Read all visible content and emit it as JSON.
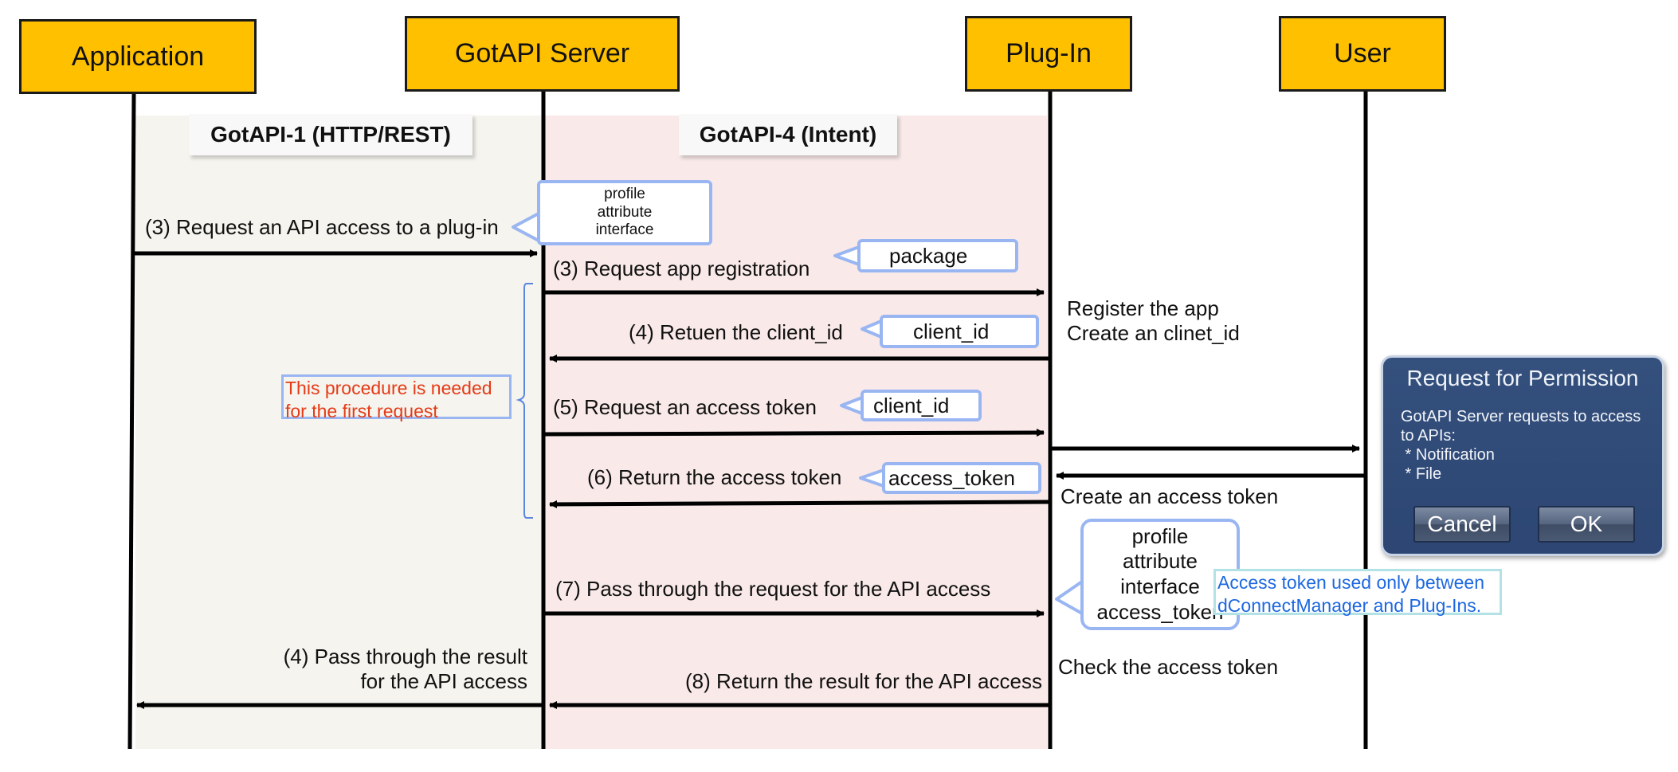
{
  "actors": {
    "application": "Application",
    "gotapi_server": "GotAPI Server",
    "plugin": "Plug-In",
    "user": "User"
  },
  "zones": {
    "gotapi1": "GotAPI-1 (HTTP/REST)",
    "gotapi4": "GotAPI-4 (Intent)"
  },
  "messages": {
    "m1": "(3) Request an API access to a plug-in",
    "m2": "(3) Request app registration",
    "m3": "(4) Retuen the client_id",
    "m4": "(5) Request an access token",
    "m5": "(6) Return the access token",
    "m6": "(7) Pass through the request for the API access",
    "m7_line1": "(4) Pass through the result",
    "m7_line2": "for the API access",
    "m8": "(8) Return the result for the API access"
  },
  "callouts": {
    "params1": [
      "profile",
      "attribute",
      "interface"
    ],
    "package": "package",
    "client_id_1": "client_id",
    "client_id_2": "client_id",
    "access_token": "access_token",
    "params2": [
      "profile",
      "attribute",
      "interface",
      "access_token"
    ]
  },
  "plugin_notes": {
    "register_line1": "Register the app",
    "register_line2": "Create an clinet_id",
    "create_token": "Create an access token",
    "check_token": "Check the access token"
  },
  "notes": {
    "first_request_line1": "This procedure is needed",
    "first_request_line2": "for the first request",
    "token_scope_line1": "Access token used only between",
    "token_scope_line2": "dConnectManager and Plug-Ins."
  },
  "permission_dialog": {
    "title": "Request for Permission",
    "body_line1": "GotAPI Server requests to access",
    "body_line2": "to APIs:",
    "item1": " * Notification",
    "item2": " * File",
    "cancel_label": "Cancel",
    "ok_label": "OK"
  },
  "colors": {
    "actor_fill": "#FFC000",
    "zone1_fill": "#F5F4EE",
    "zone2_fill": "#F9EAE9",
    "callout_border": "#9AB6F2",
    "note_red": "#E53B17",
    "note_cyan_text": "#1D68E0",
    "note_cyan_border": "#B3E2E6",
    "dialog_fill": "#34507D"
  }
}
